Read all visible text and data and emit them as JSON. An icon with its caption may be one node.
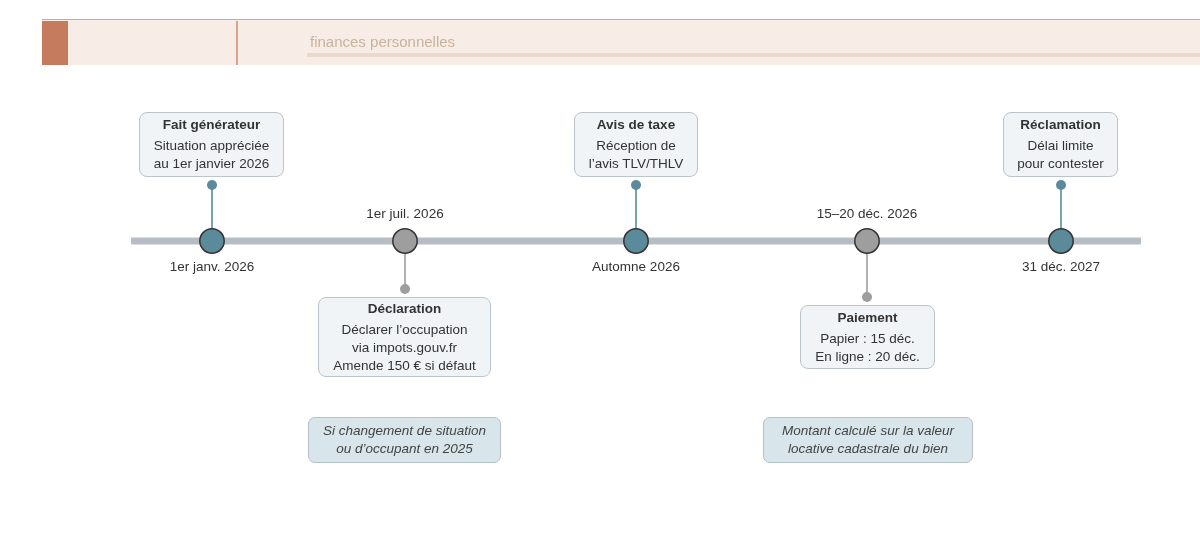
{
  "diagram": {
    "nodes": [
      {
        "text": [
          "Fait générateur",
          "Situation appréciée au 1er janvier 2026"
        ]
      },
      {
        "text": [
          "Avis de taxe",
          "Réception de l’avis TLV/THLV"
        ]
      },
      {
        "text": [
          "Réclamation",
          "Délai limite pour contester"
        ]
      },
      {
        "text": [],
        "shape": "circle",
        "beside": [
          "1er janv. 2026"
        ]
      },
      {
        "text": [],
        "shape": "circle",
        "beside": [
          "1er juil. 2026"
        ]
      },
      {
        "text": [],
        "shape": "circle",
        "beside": [
          "Automne 2026"
        ]
      },
      {
        "text": [],
        "shape": "circle",
        "beside": [
          "15–20 déc. 2026"
        ]
      },
      {
        "text": [],
        "shape": "circle",
        "beside": [
          "31 déc. 2027"
        ]
      },
      {
        "text": [
          "Déclaration",
          "Déclarer l’occupation via impots.gouv.fr",
          "Amende 150 € si défaut"
        ]
      },
      {
        "text": [
          "Paiement",
          "Papier : 15 déc.",
          "En ligne : 20 déc."
        ]
      },
      {
        "text": [
          "Si changement de situation ou d’occupant en 2025"
        ]
      },
      {
        "text": [
          "Montant calculé sur la valeur locative cadastrale du bien"
        ]
      }
    ],
    "edges": [
      {
        "from": 3,
        "to": 0,
        "arrow": "other"
      },
      {
        "from": 5,
        "to": 1,
        "arrow": "other"
      },
      {
        "from": 7,
        "to": 2,
        "arrow": "other"
      },
      {
        "from": 4,
        "to": 8,
        "arrow": "other",
        "color": "#9e9e9e"
      },
      {
        "from": 6,
        "to": 9,
        "arrow": "other",
        "color": "#9e9e9e"
      }
    ],
    "labels": [
      "finances personnelles"
    ]
  }
}
